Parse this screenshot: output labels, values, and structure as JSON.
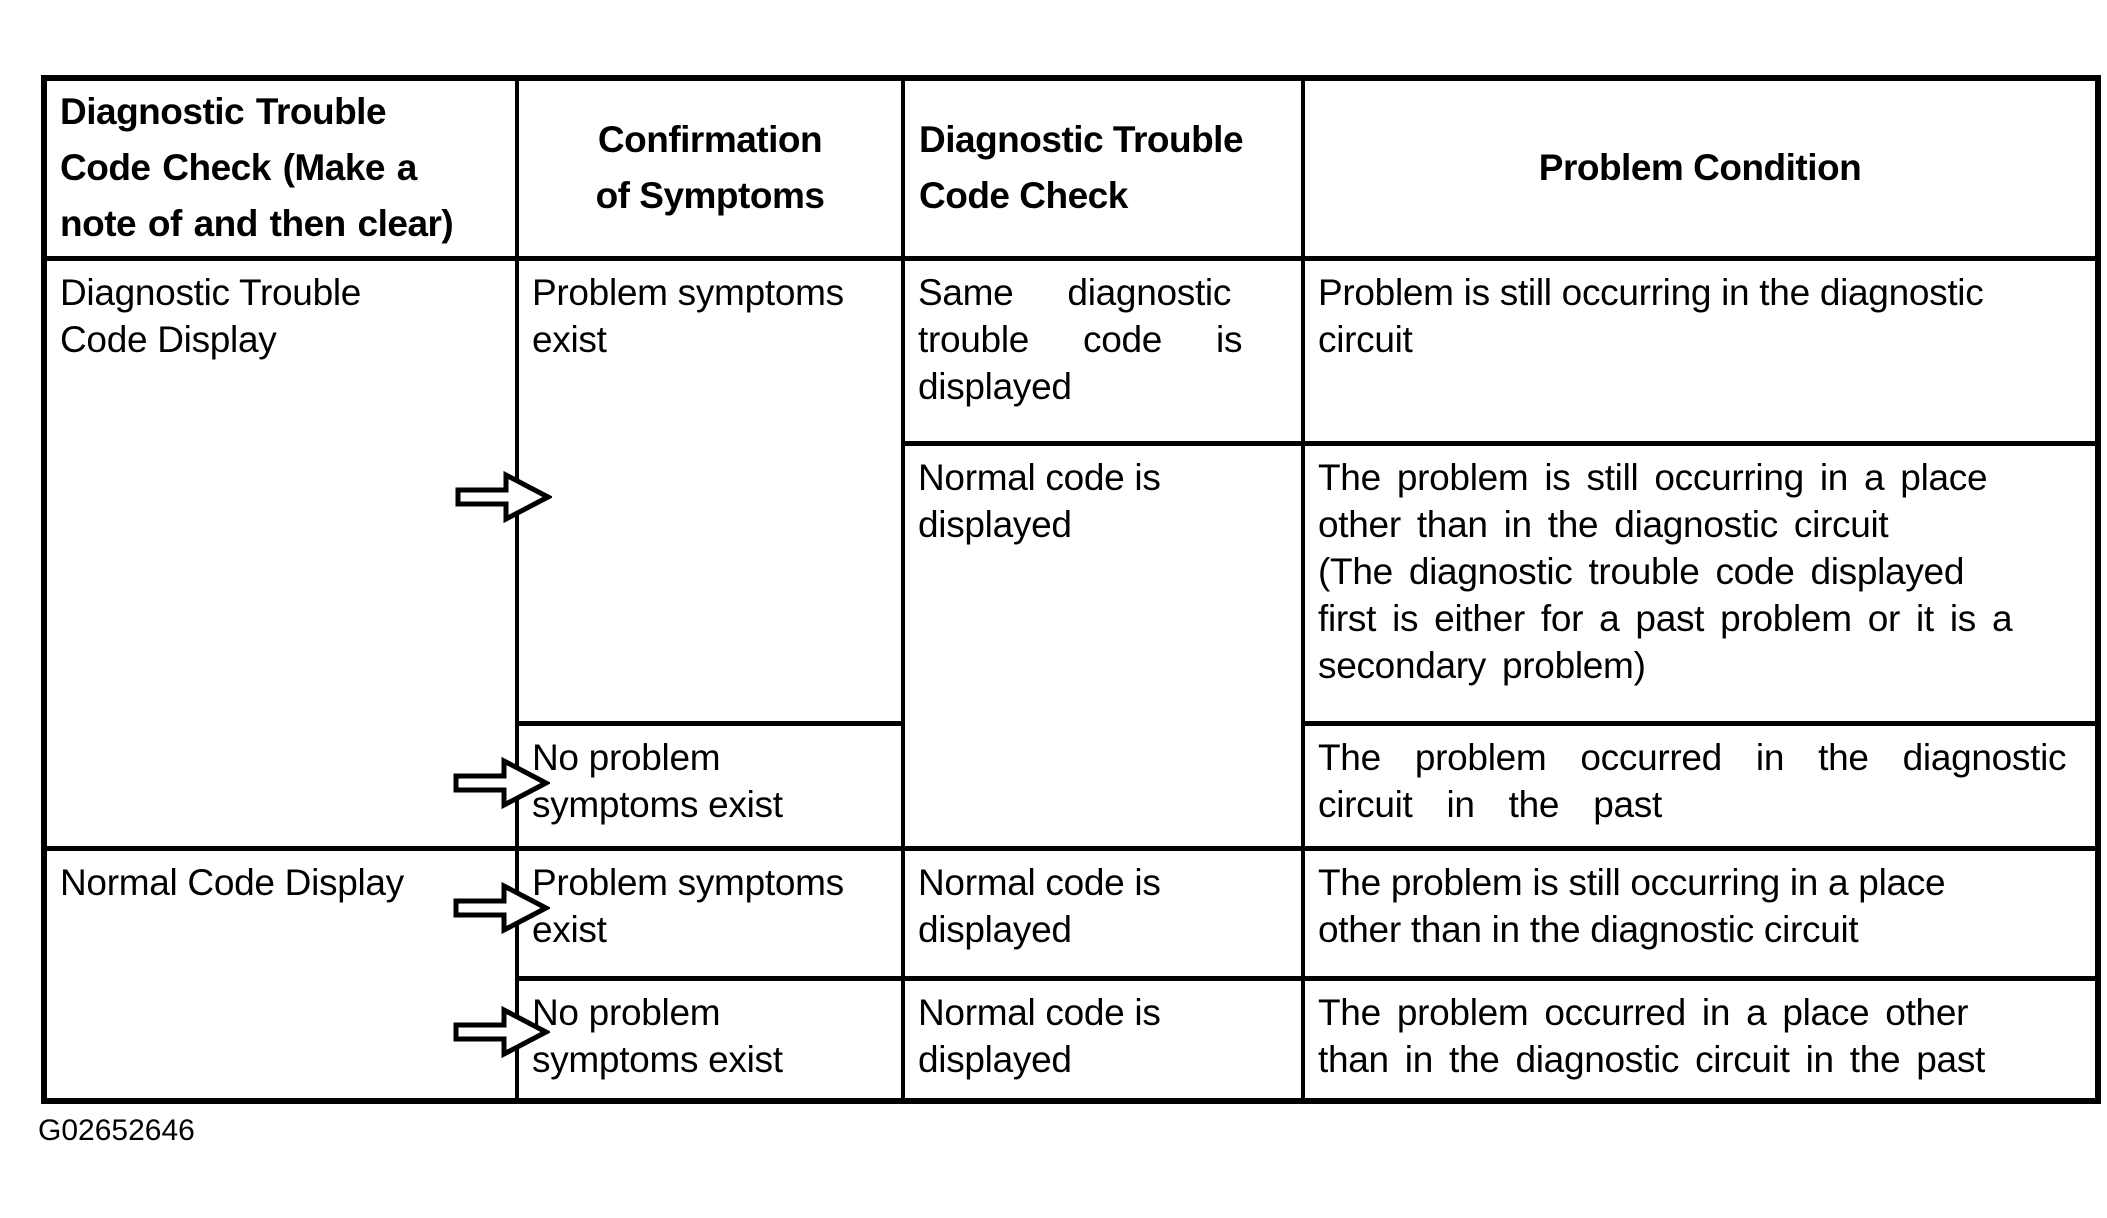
{
  "page": {
    "background_color": "#ffffff",
    "ink_color": "#000000"
  },
  "icons": {
    "flow_arrow": "right-block-arrow"
  },
  "table": {
    "header": {
      "dtc_check_clear": "Diagnostic Trouble\nCode Check (Make a\nnote of and then clear)",
      "confirmation": "Confirmation\nof Symptoms",
      "dtc_check": "Diagnostic Trouble\nCode Check",
      "problem_condition": "Problem Condition"
    },
    "body": {
      "dtc_code_display": "Diagnostic Trouble\nCode Display",
      "problem_symptoms_exist_a": "Problem symptoms\nexist",
      "same_dtc_displayed": "Same diagnostic\ntrouble code is\ndisplayed",
      "problem_still_in_circuit": "Problem is still occurring in the diagnostic\ncircuit",
      "normal_code_displayed_a": "Normal code is\ndisplayed",
      "problem_still_other_place_long": "The problem is still occurring in a place\nother than in the diagnostic circuit\n(The diagnostic trouble code displayed\nfirst is either for a past problem or it is a\nsecondary problem)",
      "no_problem_symptoms_a": "No problem\nsymptoms exist",
      "problem_occurred_in_circuit_past": "The problem occurred in the diagnostic\ncircuit in the past",
      "normal_code_display": "Normal Code Display",
      "problem_symptoms_exist_b": "Problem symptoms\nexist",
      "normal_code_displayed_b": "Normal code is\ndisplayed",
      "problem_still_other_place": "The problem is still occurring in a place\nother than in the diagnostic circuit",
      "no_problem_symptoms_b": "No problem\nsymptoms exist",
      "normal_code_displayed_c": "Normal code is\ndisplayed",
      "problem_occurred_other_place_past": "The problem occurred in a place other\nthan in the diagnostic circuit in the past"
    }
  },
  "footer": {
    "figure_code": "G02652646"
  }
}
